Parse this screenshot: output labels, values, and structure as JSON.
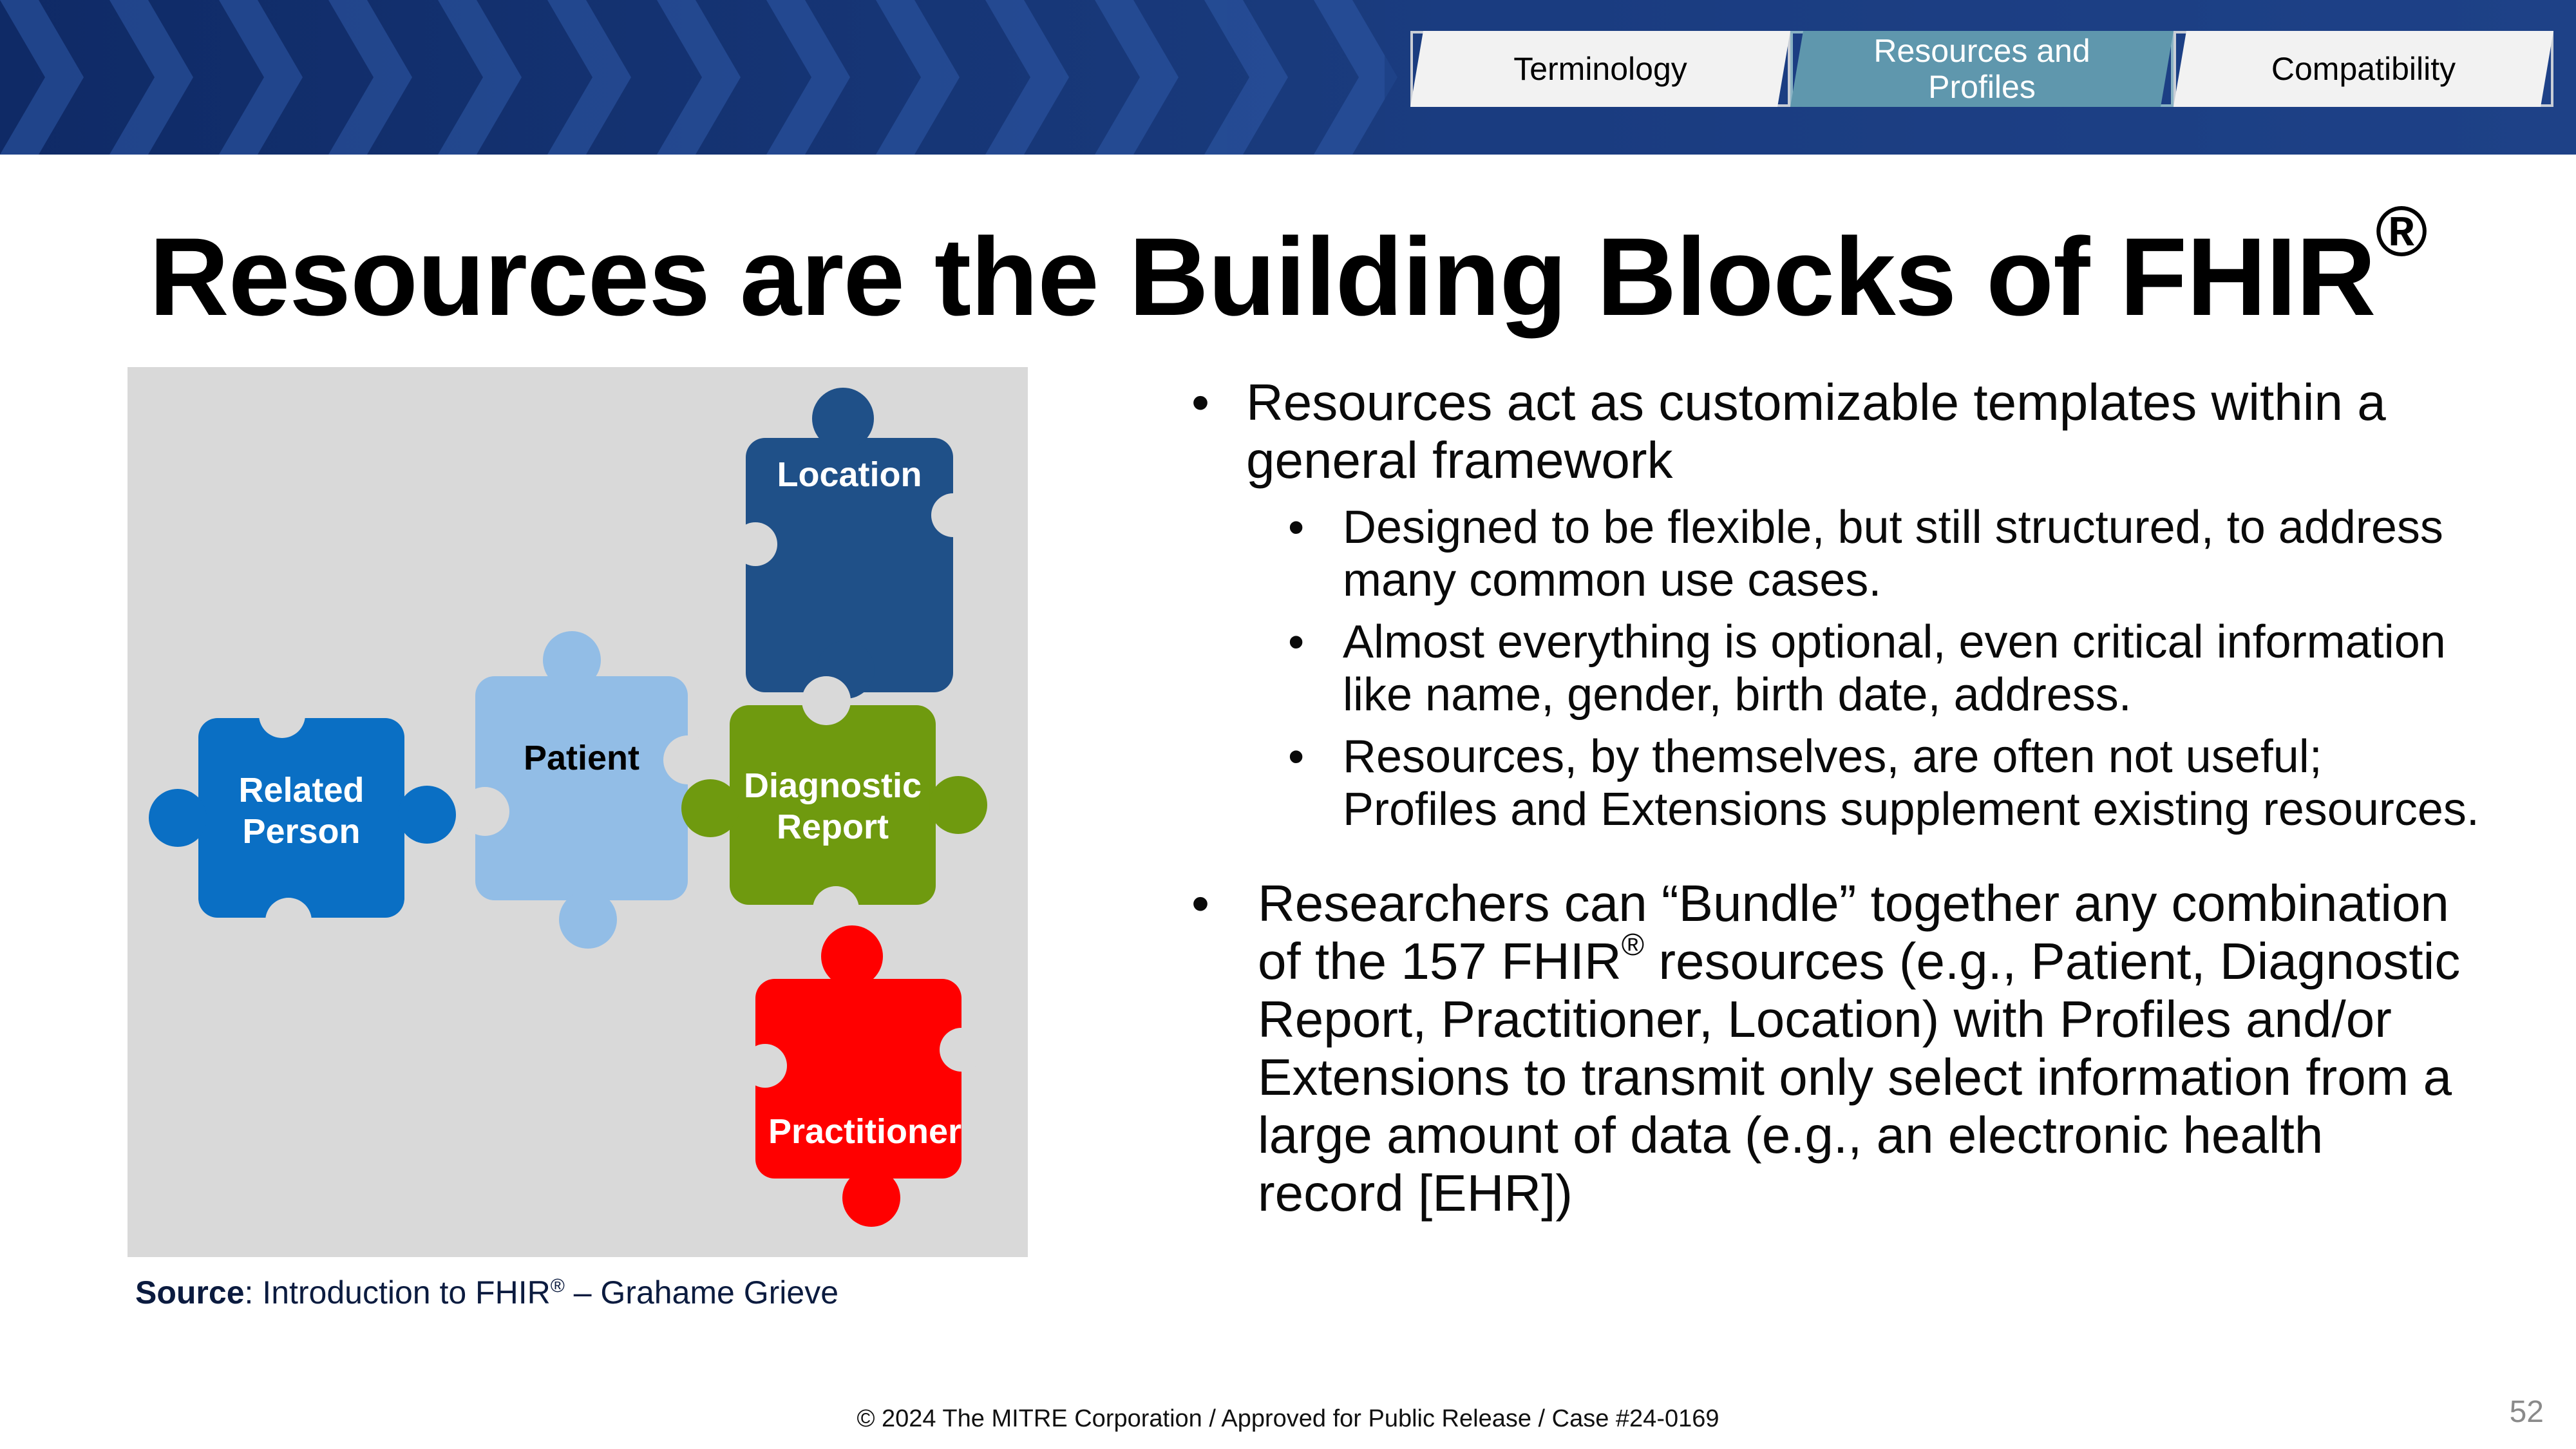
{
  "nav": {
    "tabs": [
      {
        "label": "Terminology",
        "active": false
      },
      {
        "label": "Resources and Profiles",
        "active": true
      },
      {
        "label": "Compatibility",
        "active": false
      }
    ]
  },
  "title": {
    "text": "Resources are the Building Blocks of FHIR",
    "mark": "®"
  },
  "puzzle": {
    "pieces": [
      {
        "label": "Location",
        "color": "#1f5088"
      },
      {
        "label": "Patient",
        "color": "#92bde6"
      },
      {
        "label": "Related Person",
        "color": "#0a6fc4"
      },
      {
        "label": "Diagnostic Report",
        "color": "#6f9a0f"
      },
      {
        "label": "Practitioner",
        "color": "#ff0000"
      }
    ]
  },
  "source": {
    "label": "Source",
    "text": ": Introduction to FHIR",
    "mark": "®",
    "rest": " – Grahame Grieve"
  },
  "bullets": {
    "first": "Resources act as customizable templates within a general framework",
    "subs": [
      "Designed to be flexible, but still structured, to address many common use cases.",
      "Almost everything is optional, even critical information like name, gender, birth date, address.",
      "Resources, by themselves, are often not useful; Profiles and Extensions supplement existing resources."
    ],
    "second_a": "Researchers can “Bundle” together any combination of the 157 FHIR",
    "second_mark": "®",
    "second_b": " resources (e.g., Patient, Diagnostic Report, Practitioner, Location) with Profiles and/or Extensions to transmit only select information from a large amount of data (e.g., an electronic health record [EHR])",
    "bullet_glyph": "•"
  },
  "footer": {
    "text": "© 2024 The MITRE Corporation / Approved for Public Release / Case #24-0169"
  },
  "page_number": "52",
  "colors": {
    "banner": "#1b3a78",
    "tab_active": "#5f97ad",
    "tab_inactive": "#f2f2f2",
    "panel": "#d9d9d9"
  }
}
